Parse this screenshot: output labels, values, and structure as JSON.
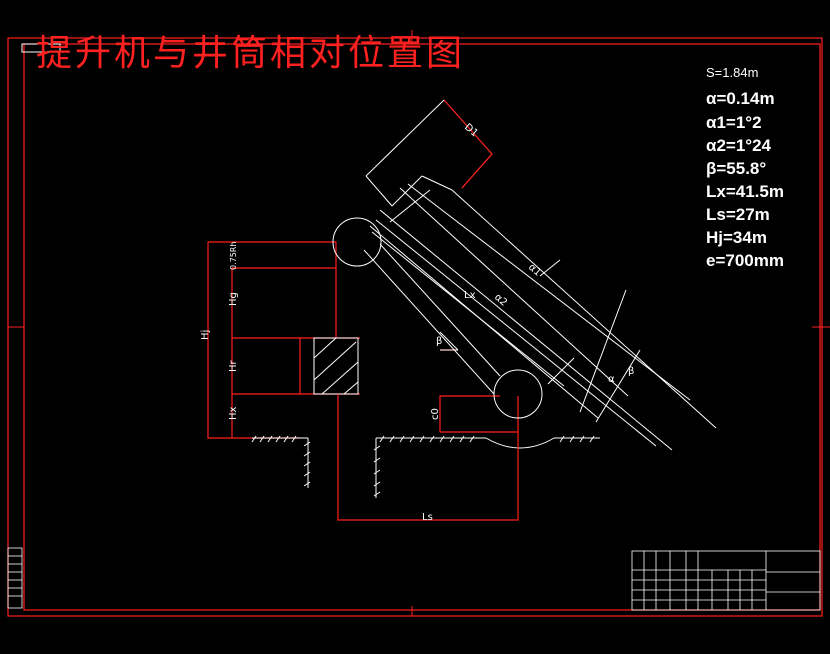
{
  "title": "提升机与井筒相对位置图",
  "parameters": {
    "S": "S=1.84m",
    "alpha": "α=0.14m",
    "alpha1": "α1=1°2",
    "alpha2": "α2=1°24",
    "beta": "β=55.8°",
    "Lx": "Lx=41.5m",
    "Ls": "Ls=27m",
    "Hj": "Hj=34m",
    "e": "e=700mm"
  },
  "labels": {
    "d1": "D1",
    "alpha1": "α1",
    "alpha2": "α2",
    "lx": "Lx",
    "beta": "β",
    "alpha": "α",
    "beta_right": "β",
    "c0": "c0",
    "ls": "Ls",
    "hj": "Hj",
    "hg": "Hg",
    "hr": "Hr",
    "hx": "Hx",
    "rh": "0.75Rh"
  },
  "colors": {
    "background": "#000000",
    "frame": "#ff2020",
    "lines": "#ffffff",
    "title": "#ff2020"
  }
}
